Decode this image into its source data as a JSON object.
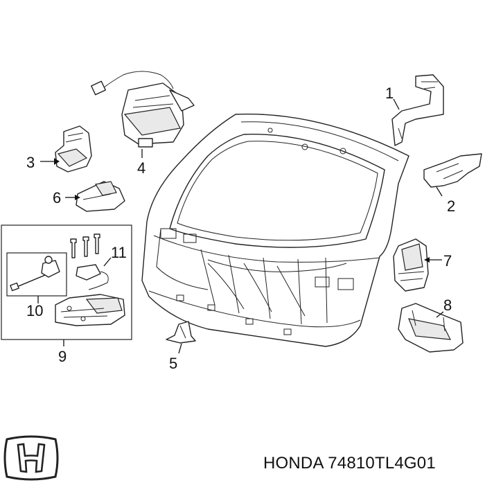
{
  "callouts": {
    "c1": "1",
    "c2": "2",
    "c3": "3",
    "c4": "4",
    "c5": "5",
    "c6": "6",
    "c7": "7",
    "c8": "8",
    "c9": "9",
    "c10": "10",
    "c11": "11"
  },
  "footer": {
    "brand": "HONDA",
    "part_number": "74810TL4G01"
  },
  "icons": {
    "logo": "honda-h-logo-icon"
  }
}
